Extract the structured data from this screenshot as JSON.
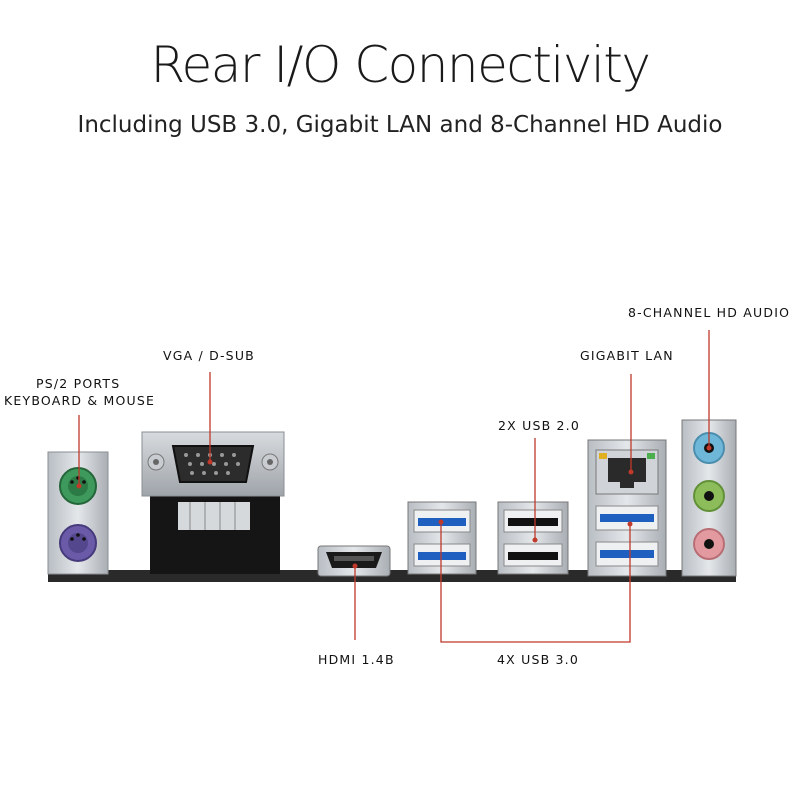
{
  "header": {
    "title": "Rear I/O Connectivity",
    "subtitle": "Including USB 3.0, Gigabit LAN and 8-Channel HD Audio"
  },
  "callouts": {
    "ps2_line1": "PS/2 PORTS",
    "ps2_line2": "KEYBOARD & MOUSE",
    "vga": "VGA / D-SUB",
    "usb2": "2X USB 2.0",
    "lan": "GIGABIT LAN",
    "audio": "8-CHANNEL HD AUDIO",
    "hdmi": "HDMI 1.4B",
    "usb3": "4X USB 3.0"
  },
  "colors": {
    "callout_line": "#c0392b",
    "ps2_keyboard": "#3d9a5c",
    "ps2_mouse": "#6a5aa8",
    "usb3_blue": "#1f5fc0",
    "audio_line_in": "#6fb7d8",
    "audio_line_out": "#8cbd5a",
    "audio_mic": "#e29aa0"
  }
}
